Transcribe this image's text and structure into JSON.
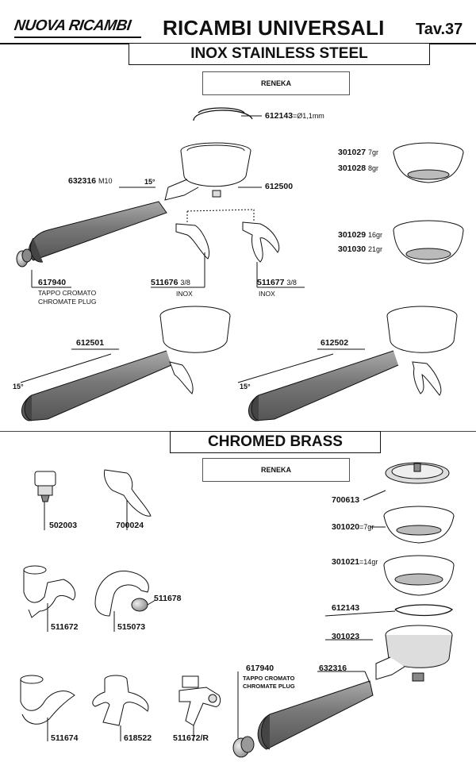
{
  "header": {
    "brand": "NUOVA RICAMBI",
    "title": "RICAMBI UNIVERSALI",
    "table_number": "Tav.37"
  },
  "sections": {
    "inox": {
      "title": "INOX STAINLESS STEEL",
      "maker": "RENEKA"
    },
    "brass": {
      "title": "CHROMED BRASS",
      "maker": "RENEKA"
    }
  },
  "angle_label": "15°",
  "parts_inox": [
    {
      "code": "612143",
      "detail": "=Ø1,1mm"
    },
    {
      "code": "632316",
      "detail": "M10"
    },
    {
      "code": "612500",
      "detail": ""
    },
    {
      "code": "301027",
      "detail": "7gr"
    },
    {
      "code": "301028",
      "detail": "8gr"
    },
    {
      "code": "301029",
      "detail": "16gr"
    },
    {
      "code": "301030",
      "detail": "21gr"
    },
    {
      "code": "617940",
      "detail": "",
      "note1": "TAPPO CROMATO",
      "note2": "CHROMATE PLUG"
    },
    {
      "code": "511676",
      "detail": "3/8",
      "note1": "INOX"
    },
    {
      "code": "511677",
      "detail": "3/8",
      "note1": "INOX"
    },
    {
      "code": "612501",
      "detail": ""
    },
    {
      "code": "612502",
      "detail": ""
    }
  ],
  "parts_brass": [
    {
      "code": "502003"
    },
    {
      "code": "700024"
    },
    {
      "code": "700613"
    },
    {
      "code": "301020",
      "detail": "=7gr"
    },
    {
      "code": "301021",
      "detail": "=14gr"
    },
    {
      "code": "612143"
    },
    {
      "code": "301023"
    },
    {
      "code": "511672"
    },
    {
      "code": "515073"
    },
    {
      "code": "511678"
    },
    {
      "code": "617940",
      "note1": "TAPPO CROMATO",
      "note2": "CHROMATE PLUG"
    },
    {
      "code": "632316"
    },
    {
      "code": "511674"
    },
    {
      "code": "618522"
    },
    {
      "code": "511672/R"
    }
  ]
}
